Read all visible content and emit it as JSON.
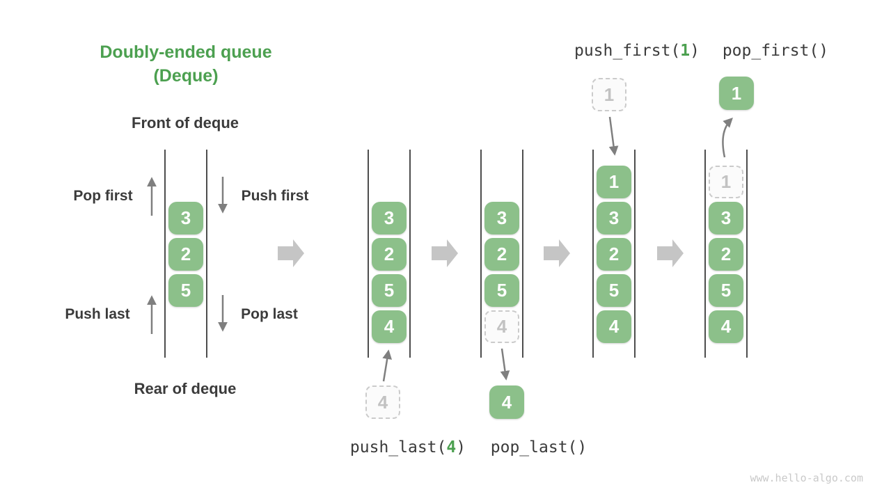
{
  "title": {
    "line1": "Doubly-ended queue",
    "line2": "(Deque)"
  },
  "labels": {
    "front_of_deque": "Front of deque",
    "rear_of_deque": "Rear of deque",
    "pop_first": "Pop first",
    "push_first": "Push first",
    "push_last": "Push last",
    "pop_last": "Pop last"
  },
  "operations": {
    "push_first": {
      "pre": "push_first(",
      "arg": "1",
      "post": ")"
    },
    "pop_first": "pop_first()",
    "push_last": {
      "pre": "push_last(",
      "arg": "4",
      "post": ")"
    },
    "pop_last": "pop_last()"
  },
  "deques": [
    {
      "name": "initial",
      "cells": [
        {
          "value": "3"
        },
        {
          "value": "2"
        },
        {
          "value": "5"
        }
      ]
    },
    {
      "name": "after-push-last",
      "cells": [
        {
          "value": "3"
        },
        {
          "value": "2"
        },
        {
          "value": "5"
        },
        {
          "value": "4"
        }
      ]
    },
    {
      "name": "during-pop-last",
      "cells": [
        {
          "value": "3"
        },
        {
          "value": "2"
        },
        {
          "value": "5"
        },
        {
          "value": "4",
          "dashed": true
        }
      ]
    },
    {
      "name": "after-push-first",
      "cells": [
        {
          "value": "1"
        },
        {
          "value": "3"
        },
        {
          "value": "2"
        },
        {
          "value": "5"
        },
        {
          "value": "4"
        }
      ]
    },
    {
      "name": "during-pop-first",
      "cells": [
        {
          "value": "1",
          "dashed": true
        },
        {
          "value": "3"
        },
        {
          "value": "2"
        },
        {
          "value": "5"
        },
        {
          "value": "4"
        }
      ]
    }
  ],
  "floating_cells": {
    "push_last_incoming": {
      "value": "4"
    },
    "pop_last_outgoing": {
      "value": "4"
    },
    "push_first_incoming": {
      "value": "1"
    },
    "pop_first_outgoing": {
      "value": "1"
    }
  },
  "watermark": "www.hello-algo.com",
  "colors": {
    "accent_green": "#4CA050",
    "cell_green": "#8CC08A",
    "cell_text": "#FFFFFF",
    "text_dark": "#3B3B3B",
    "rail_gray": "#4D4D4D",
    "gray_arrow": "#7F7F7F",
    "block_arrow": "#C5C5C5",
    "dashed_border": "#CBCBCB",
    "dashed_text": "#C2C2C2",
    "watermark_gray": "#C9C9C9"
  }
}
